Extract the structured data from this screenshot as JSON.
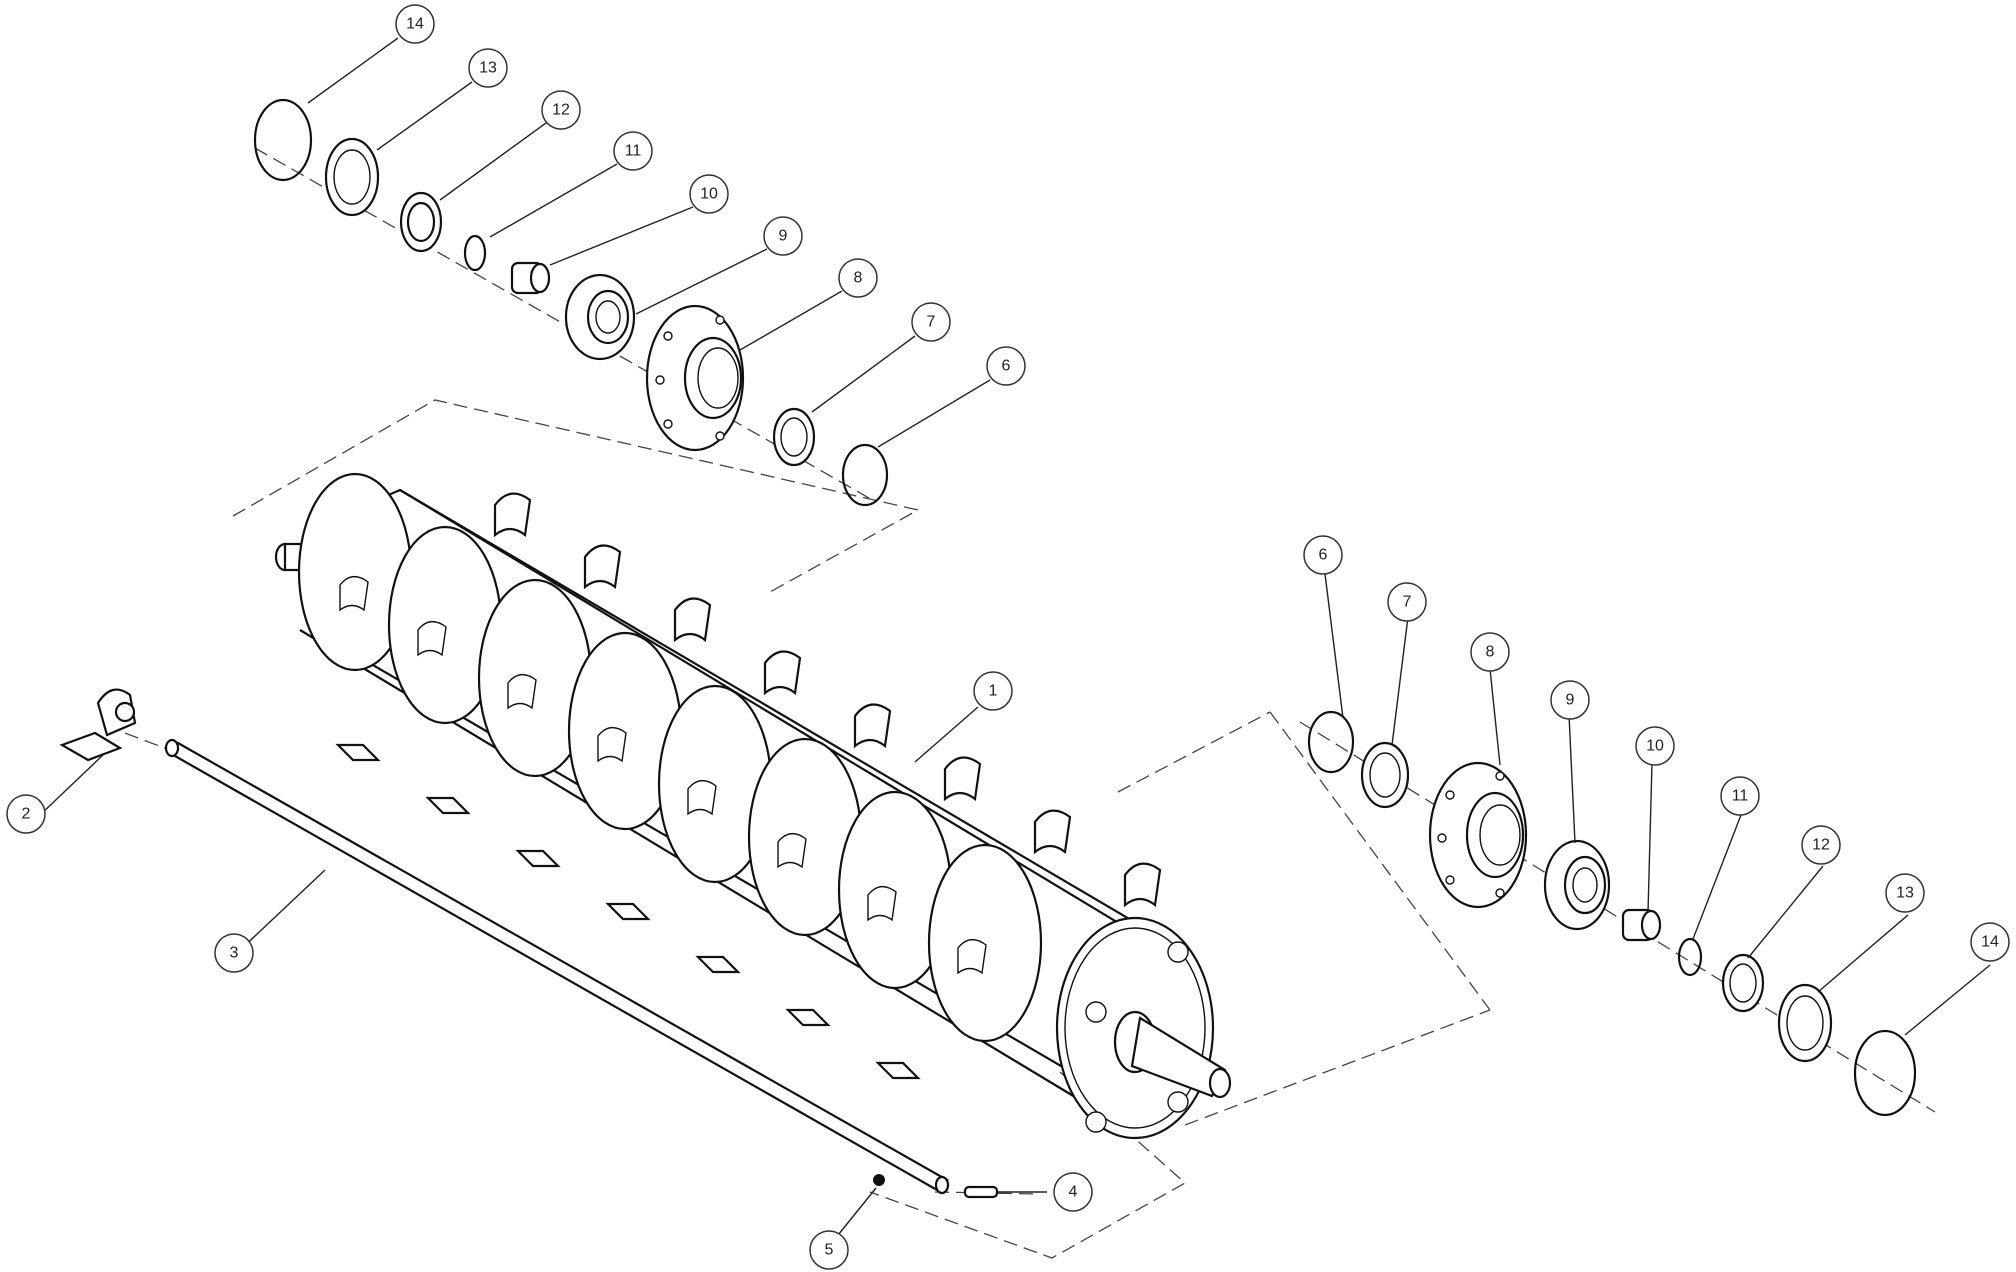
{
  "diagram": {
    "callouts": [
      {
        "id": "c14a",
        "label": "14",
        "part": "retaining-ring"
      },
      {
        "id": "c13a",
        "label": "13",
        "part": "seal"
      },
      {
        "id": "c12a",
        "label": "12",
        "part": "seal-ring"
      },
      {
        "id": "c11a",
        "label": "11",
        "part": "snap-ring"
      },
      {
        "id": "c10a",
        "label": "10",
        "part": "sleeve"
      },
      {
        "id": "c9a",
        "label": "9",
        "part": "bearing"
      },
      {
        "id": "c8a",
        "label": "8",
        "part": "bearing-housing"
      },
      {
        "id": "c7a",
        "label": "7",
        "part": "washer"
      },
      {
        "id": "c6a",
        "label": "6",
        "part": "retaining-ring"
      },
      {
        "id": "c1",
        "label": "1",
        "part": "rotor-drum"
      },
      {
        "id": "c2",
        "label": "2",
        "part": "bracket"
      },
      {
        "id": "c3",
        "label": "3",
        "part": "shaft-rod"
      },
      {
        "id": "c4",
        "label": "4",
        "part": "pin"
      },
      {
        "id": "c5",
        "label": "5",
        "part": "ball"
      },
      {
        "id": "c6b",
        "label": "6",
        "part": "retaining-ring"
      },
      {
        "id": "c7b",
        "label": "7",
        "part": "washer"
      },
      {
        "id": "c8b",
        "label": "8",
        "part": "bearing-housing"
      },
      {
        "id": "c9b",
        "label": "9",
        "part": "bearing"
      },
      {
        "id": "c10b",
        "label": "10",
        "part": "sleeve"
      },
      {
        "id": "c11b",
        "label": "11",
        "part": "snap-ring"
      },
      {
        "id": "c12b",
        "label": "12",
        "part": "seal-ring"
      },
      {
        "id": "c13b",
        "label": "13",
        "part": "seal"
      },
      {
        "id": "c14b",
        "label": "14",
        "part": "retaining-ring"
      }
    ]
  }
}
